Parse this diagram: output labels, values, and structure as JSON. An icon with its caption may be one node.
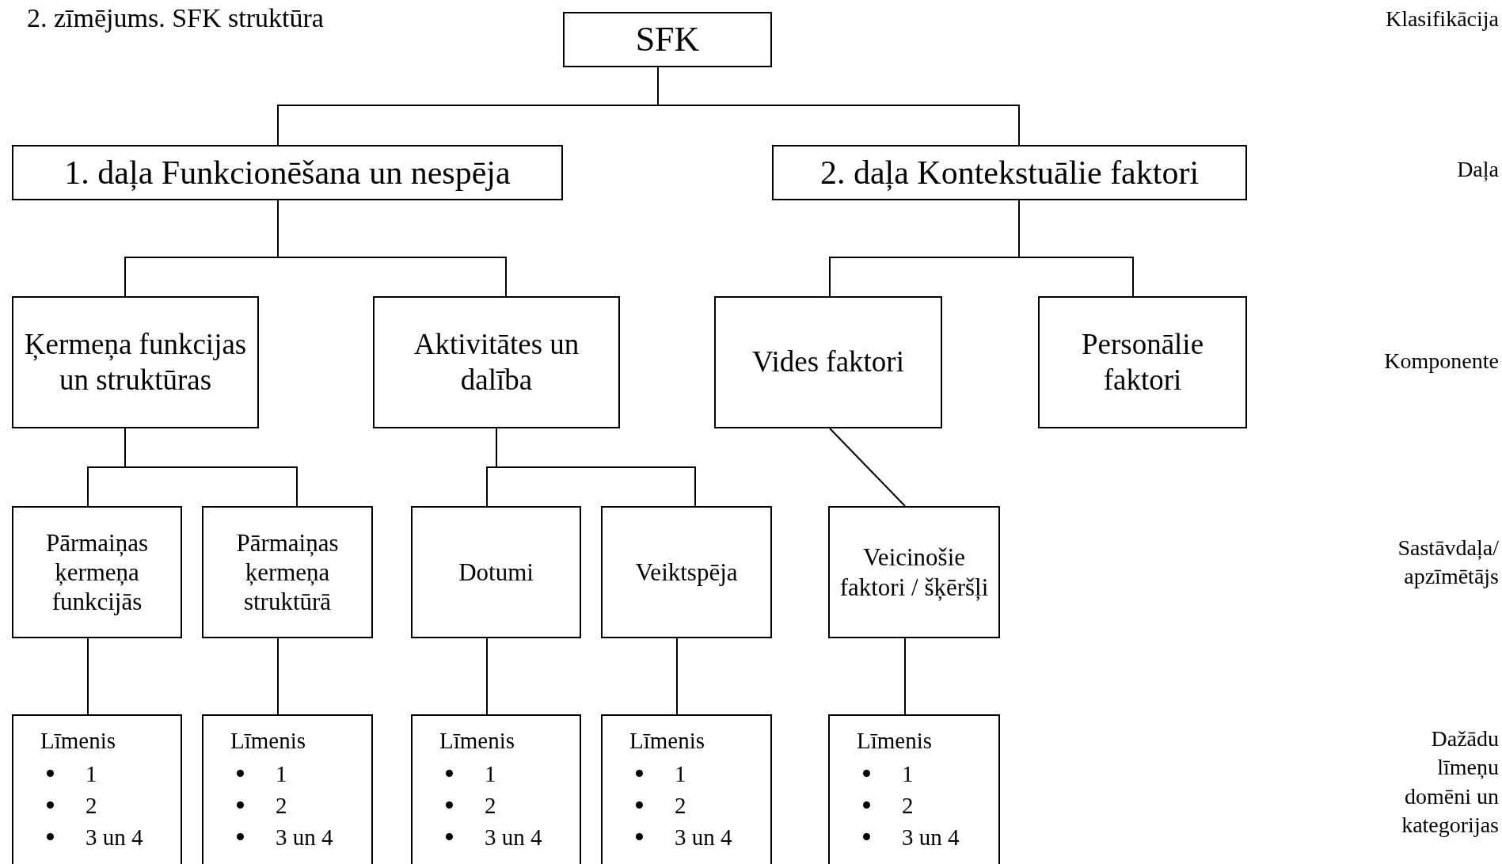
{
  "diagram": {
    "title": "2. zīmējums. SFK struktūra",
    "nodes": [
      {
        "text": [
          "SFK"
        ]
      },
      {
        "text": [
          "1. daļa Funkcionēšana un nespēja"
        ]
      },
      {
        "text": [
          "2. daļa Kontekstuālie faktori"
        ]
      },
      {
        "text": [
          "Ķermeņa funkcijas un struktūras"
        ]
      },
      {
        "text": [
          "Aktivitātes un dalība"
        ]
      },
      {
        "text": [
          "Vides faktori"
        ]
      },
      {
        "text": [
          "Personālie faktori"
        ]
      },
      {
        "text": [
          "Pārmaiņas ķermeņa funkcijās"
        ]
      },
      {
        "text": [
          "Pārmaiņas ķermeņa struktūrā"
        ]
      },
      {
        "text": [
          "Dotumi"
        ]
      },
      {
        "text": [
          "Veiktspēja"
        ]
      },
      {
        "text": [
          "Veicinošie faktori / šķēršļi"
        ]
      },
      {
        "text": [
          "Līmenis",
          "1",
          "2",
          "3 un 4"
        ]
      },
      {
        "text": [
          "Līmenis",
          "1",
          "2",
          "3 un 4"
        ]
      },
      {
        "text": [
          "Līmenis",
          "1",
          "2",
          "3 un 4"
        ]
      },
      {
        "text": [
          "Līmenis",
          "1",
          "2",
          "3 un 4"
        ]
      },
      {
        "text": [
          "Līmenis",
          "1",
          "2",
          "3 un 4"
        ]
      }
    ],
    "edges": [
      {
        "from": 0,
        "to": 1,
        "arrow": "none"
      },
      {
        "from": 0,
        "to": 2,
        "arrow": "none"
      },
      {
        "from": 1,
        "to": 3,
        "arrow": "none"
      },
      {
        "from": 1,
        "to": 4,
        "arrow": "none"
      },
      {
        "from": 2,
        "to": 5,
        "arrow": "none"
      },
      {
        "from": 2,
        "to": 6,
        "arrow": "none"
      },
      {
        "from": 3,
        "to": 7,
        "arrow": "none"
      },
      {
        "from": 3,
        "to": 8,
        "arrow": "none"
      },
      {
        "from": 4,
        "to": 9,
        "arrow": "none"
      },
      {
        "from": 4,
        "to": 10,
        "arrow": "none"
      },
      {
        "from": 5,
        "to": 11,
        "arrow": "none"
      },
      {
        "from": 7,
        "to": 12,
        "arrow": "none"
      },
      {
        "from": 8,
        "to": 13,
        "arrow": "none"
      },
      {
        "from": 9,
        "to": 14,
        "arrow": "none"
      },
      {
        "from": 10,
        "to": 15,
        "arrow": "none"
      },
      {
        "from": 11,
        "to": 16,
        "arrow": "none"
      }
    ],
    "labels": [
      "Klasifikācija",
      "Daļa",
      "Komponente",
      "Sastāvdaļa/ apzīmētājs",
      "Dažādu līmeņu domēni un kategorijas"
    ]
  }
}
